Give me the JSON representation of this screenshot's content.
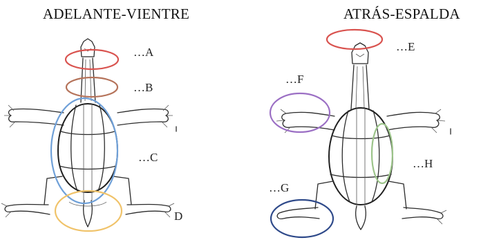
{
  "titles": {
    "front": "ADELANTE-VIENTRE",
    "back": "ATRÁS-ESPALDA"
  },
  "labels": {
    "A": "…A",
    "B": "…B",
    "C": "…C",
    "D": "D",
    "E": "…E",
    "F": "…F",
    "G": "…G",
    "H": "…H"
  },
  "highlight_colors": {
    "A": "#d9534f",
    "B": "#b5735a",
    "C": "#6fa0d8",
    "D": "#f0c36a",
    "E": "#d9534f",
    "F": "#9b6fc4",
    "G": "#2f4a8a",
    "H": "#9cc48a"
  }
}
